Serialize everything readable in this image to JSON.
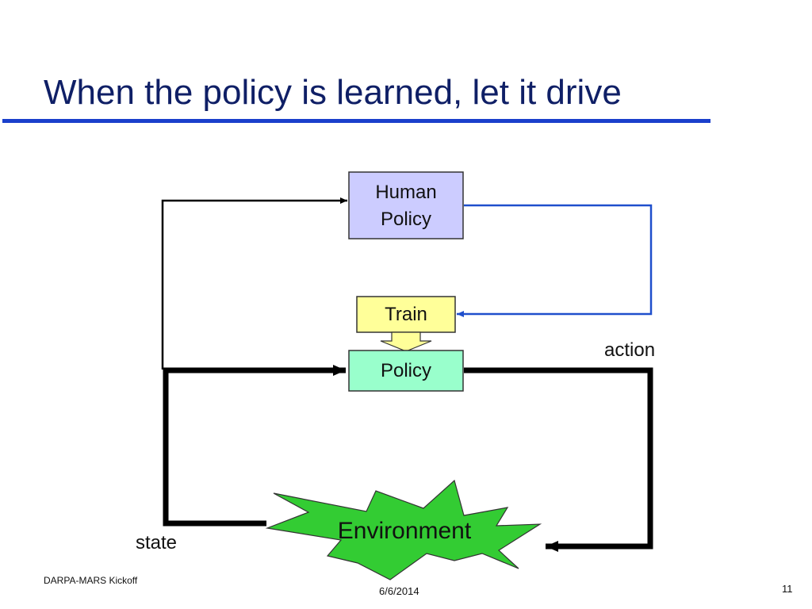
{
  "slide": {
    "title": "When the policy is learned, let it drive"
  },
  "diagram": {
    "human_policy_line1": "Human",
    "human_policy_line2": "Policy",
    "train": "Train",
    "policy": "Policy",
    "environment": "Environment",
    "action_label": "action",
    "state_label": "state"
  },
  "footer": {
    "left": "DARPA-MARS Kickoff",
    "date": "6/6/2014",
    "page_number": "11"
  },
  "colors": {
    "title": "#0f1f66",
    "rule": "#1a3fcc",
    "human_policy_fill": "#ccccff",
    "train_fill": "#ffff99",
    "policy_fill": "#99ffcc",
    "environment_fill": "#33cc33",
    "feedback_line": "#1f4fcc"
  }
}
